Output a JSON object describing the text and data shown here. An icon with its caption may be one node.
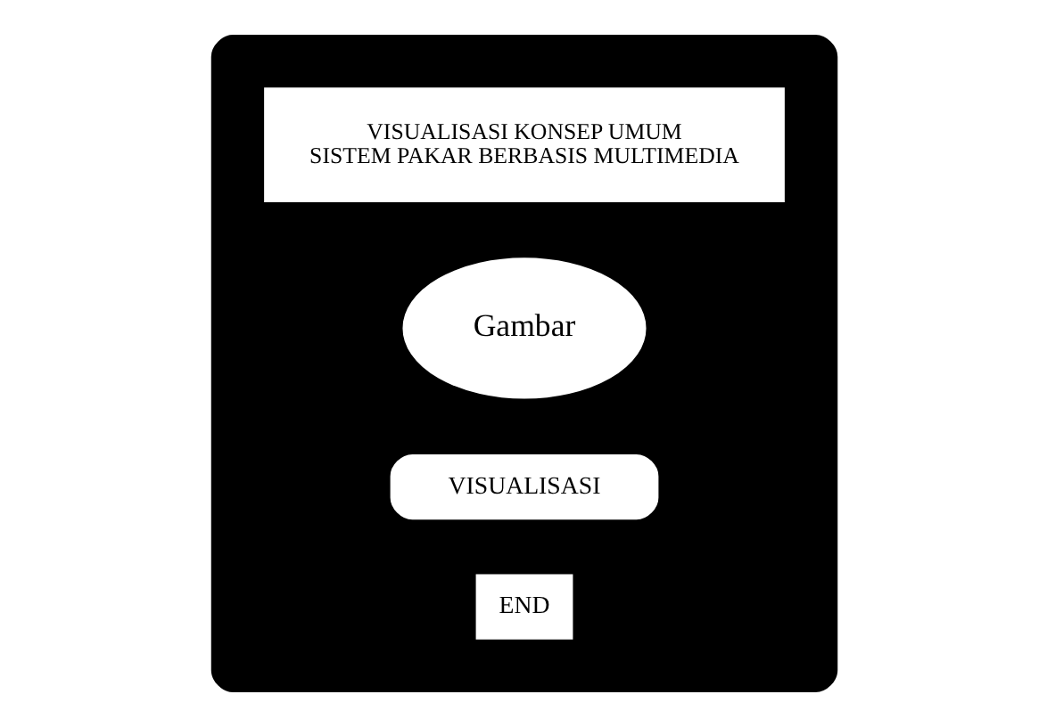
{
  "diagram": {
    "nodes": [
      {
        "text": [],
        "shape": "box"
      },
      {
        "text": [
          "VISUALISASI KONSEP UMUM",
          "SISTEM PAKAR BERBASIS MULTIMEDIA"
        ],
        "in": 0
      },
      {
        "text": [
          "Gambar"
        ],
        "in": 0
      },
      {
        "text": [
          "VISUALISASI"
        ],
        "in": 0
      },
      {
        "text": [
          "END"
        ],
        "in": 0
      }
    ],
    "edges": []
  }
}
